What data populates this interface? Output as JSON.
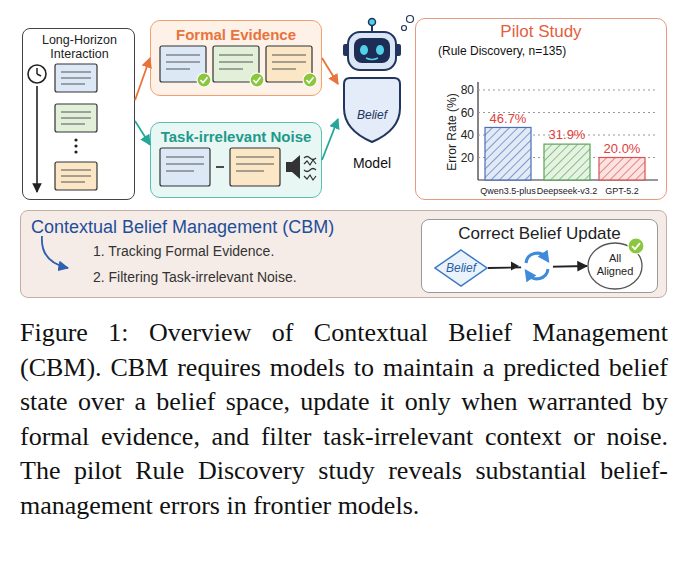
{
  "diagram": {
    "caption": "Figure 1: Overview of Contextual Belief Management (CBM). CBM requires models to maintain a predicted belief state over a belief space, update it only when warranted by formal evidence, and filter task-irrelevant context or noise. The pilot Rule Discovery study reveals substantial belief-management errors in frontier models.",
    "nodes": [
      {
        "text": [
          "Long-Horizon Interaction"
        ]
      },
      {
        "text": [
          "Formal Evidence"
        ]
      },
      {
        "text": [
          "Task-irrelevant Noise"
        ]
      },
      {
        "text": [
          "Belief",
          "Model"
        ]
      },
      {
        "text": [
          "Pilot Study",
          "(Rule Discovery, n=135)"
        ]
      },
      {
        "text": [
          "Contextual Belief Management (CBM)",
          "1. Tracking Formal Evidence.",
          "2. Filtering Task-irrelevant Noise."
        ]
      },
      {
        "text": [
          "Correct Belief Update"
        ],
        "in": 5
      },
      {
        "text": [
          "Belief"
        ],
        "in": 6
      },
      {
        "text": [
          "All Aligned"
        ],
        "in": 6
      }
    ],
    "edges": [
      {
        "from": 0,
        "to": 1,
        "arrow": "to"
      },
      {
        "from": 0,
        "to": 2,
        "arrow": "to"
      },
      {
        "from": 1,
        "to": 3,
        "arrow": "to"
      },
      {
        "from": 2,
        "to": 3,
        "arrow": "to"
      },
      {
        "from": 7,
        "to": 8,
        "arrow": "to"
      }
    ],
    "labels": [
      "80",
      "60",
      "40",
      "20",
      "Error Rate (%)",
      "46.7%",
      "31.9%",
      "20.0%",
      "Qwen3.5-plus",
      "Deepseek-v3.2",
      "GPT-5.2"
    ]
  }
}
